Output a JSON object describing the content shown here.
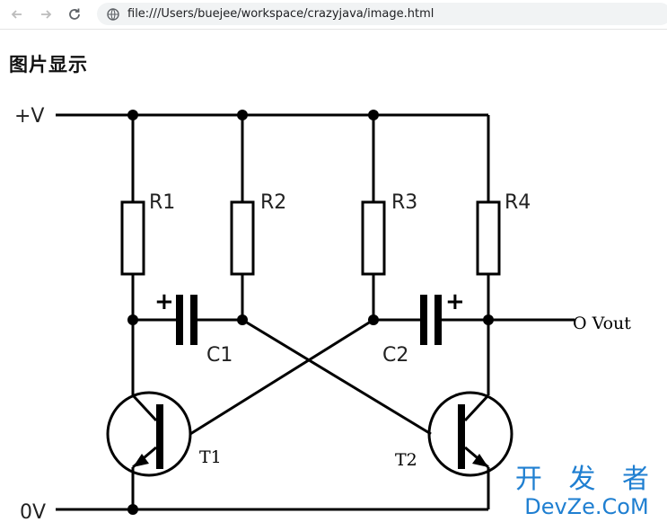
{
  "toolbar": {
    "url": "file:///Users/buejee/workspace/crazyjava/image.html",
    "back_icon": "arrow-left-icon",
    "forward_icon": "arrow-right-icon",
    "reload_icon": "reload-icon",
    "site_icon": "globe-icon"
  },
  "page": {
    "title": "图片显示"
  },
  "circuit": {
    "supply_label": "+V",
    "ground_label": "0V",
    "output_label": "O Vout",
    "resistors": [
      "R1",
      "R2",
      "R3",
      "R4"
    ],
    "capacitors": [
      "C1",
      "C2"
    ],
    "capacitor_polarity": "+",
    "transistors": [
      "T1",
      "T2"
    ]
  },
  "watermark": {
    "cn": "开 发 者",
    "en": "DevZe.CoM"
  }
}
